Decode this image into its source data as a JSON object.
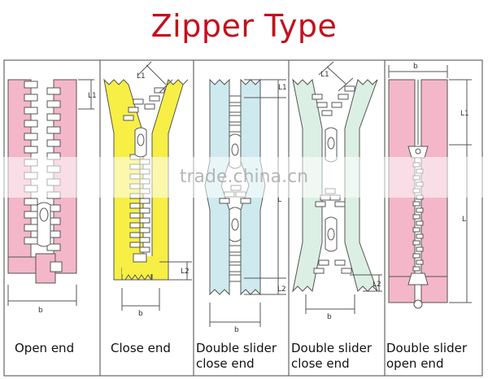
{
  "title": "Zipper Type",
  "watermark": "trade.china.cn",
  "colors": {
    "title": "#c1121c",
    "pink": "#f3b7c9",
    "yellow": "#f7ef45",
    "light_blue": "#cfeaee",
    "light_green": "#dcefe5",
    "outline": "#444444"
  },
  "panels": [
    {
      "name": "open-end",
      "line1": "Open end",
      "line2": "",
      "dims": [
        "L1",
        "b"
      ]
    },
    {
      "name": "close-end",
      "line1": "Close end",
      "line2": "",
      "dims": [
        "L1",
        "L2",
        "b"
      ]
    },
    {
      "name": "double-slider-close-end-1",
      "line1": "Double slider",
      "line2": "close end",
      "dims": [
        "L1",
        "L",
        "L2",
        "b"
      ]
    },
    {
      "name": "double-slider-close-end-2",
      "line1": "Double slider",
      "line2": "close end",
      "dims": [
        "L1",
        "L2",
        "b"
      ]
    },
    {
      "name": "double-slider-open-end",
      "line1": "Double slider",
      "line2": "open end",
      "dims": [
        "b",
        "L1",
        "L"
      ]
    }
  ]
}
